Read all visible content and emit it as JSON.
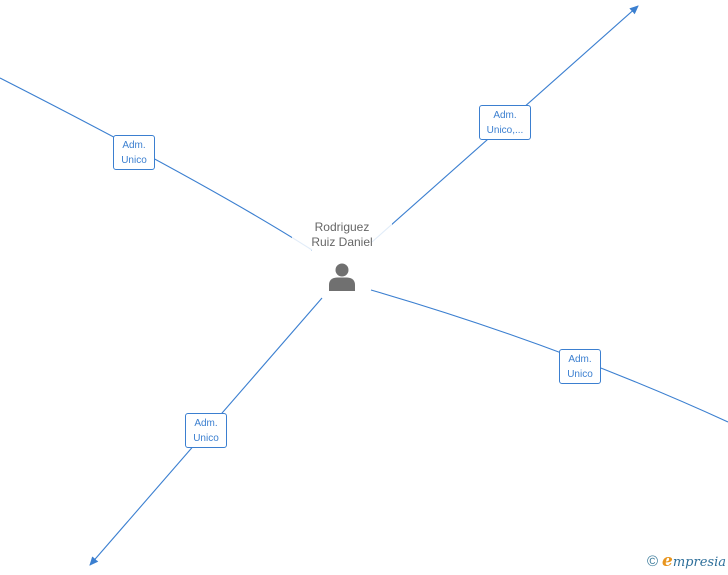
{
  "center": {
    "name_line1": "Rodriguez",
    "name_line2": "Ruiz Daniel",
    "icon": "person-icon"
  },
  "relations": [
    {
      "id": "upper-left",
      "line1": "Adm.",
      "line2": "Unico"
    },
    {
      "id": "upper-right",
      "line1": "Adm.",
      "line2": "Unico,..."
    },
    {
      "id": "lower-right",
      "line1": "Adm.",
      "line2": "Unico"
    },
    {
      "id": "lower-left",
      "line1": "Adm.",
      "line2": "Unico"
    }
  ],
  "footer": {
    "copyright_symbol": "©",
    "brand_initial": "e",
    "brand_rest": "mpresia"
  },
  "colors": {
    "edge": "#3b7fd0",
    "label_text": "#3b7fd0",
    "node_text": "#666666",
    "brand_orange": "#e8951e",
    "brand_blue": "#2e6f9a"
  }
}
